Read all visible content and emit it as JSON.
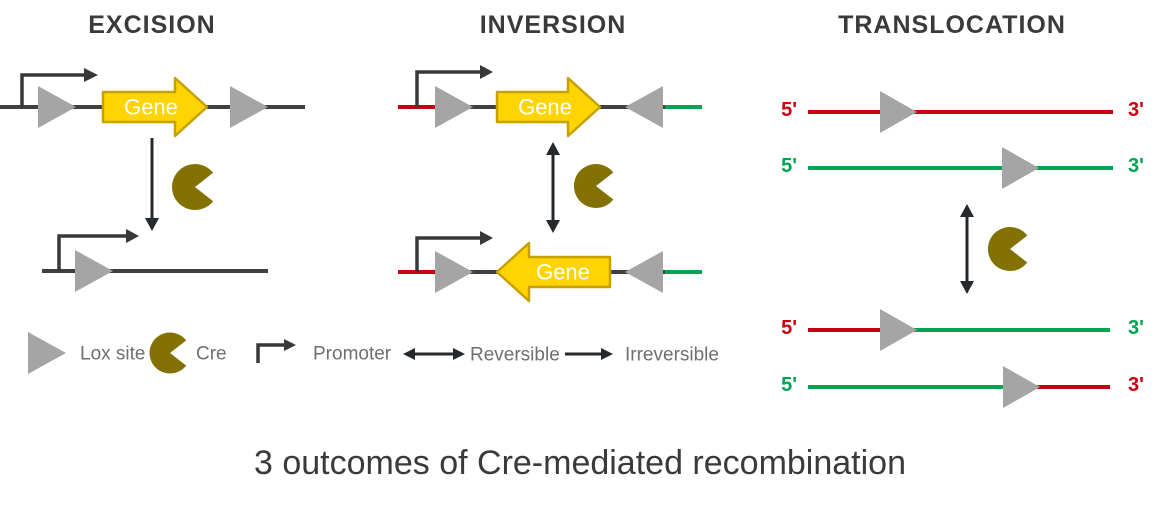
{
  "sections": {
    "excision": {
      "title": "EXCISION"
    },
    "inversion": {
      "title": "INVERSION"
    },
    "translocation": {
      "title": "TRANSLOCATION"
    }
  },
  "labels": {
    "gene": "Gene",
    "five_prime": "5'",
    "three_prime": "3'"
  },
  "legend": {
    "lox_site": "Lox site",
    "cre": "Cre",
    "promoter": "Promoter",
    "reversible": "Reversible",
    "irreversible": "Irreversible"
  },
  "caption": "3 outcomes of Cre-mediated recombination",
  "colors": {
    "red": "#c8000f",
    "green": "#00a551",
    "gray_line": "#404040",
    "lox_gray": "#a5a5a5",
    "gene_yellow": "#ffd400",
    "gene_border": "#c7a100",
    "cre_olive": "#837104",
    "title_gray": "#3a3a3a",
    "legend_text": "#6f6f6f",
    "arrow_dark": "#383838",
    "arrow_darker": "#26292c"
  }
}
